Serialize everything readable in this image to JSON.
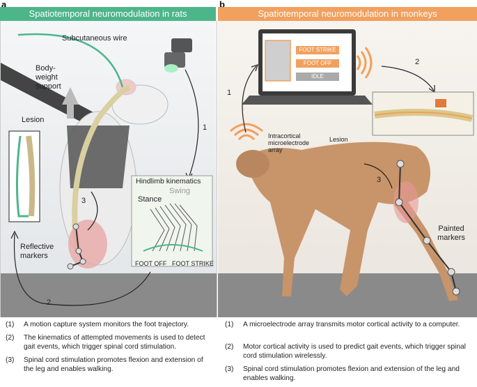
{
  "panel_a": {
    "letter": "a",
    "title": "Spatiotemporal neuromodulation in rats",
    "labels": {
      "wire": "Subcutaneous wire",
      "support": "Body-weight support",
      "lesion": "Lesion",
      "markers": "Reflective markers",
      "kinematics_title": "Hindlimb kinematics",
      "swing": "Swing",
      "stance": "Stance",
      "foot_off": "FOOT OFF",
      "foot_strike": "FOOT STRIKE"
    },
    "steps": {
      "s1": "1",
      "s2": "2",
      "s3": "3"
    },
    "notes": [
      {
        "n": "(1)",
        "text": "A motion capture system monitors the foot trajectory."
      },
      {
        "n": "(2)",
        "text": "The kinematics of attempted movements is used to detect gait events, which trigger spinal cord stimulation."
      },
      {
        "n": "(3)",
        "text": "Spinal cord stimulation promotes flexion and extension of the leg and enables walking."
      }
    ]
  },
  "panel_b": {
    "letter": "b",
    "title": "Spatiotemporal neuromodulation in monkeys",
    "screen": {
      "foot_strike": "FOOT STRIKE",
      "foot_off": "FOOT OFF",
      "idle": "IDLE"
    },
    "labels": {
      "array": "Intracortical microelectrode array",
      "lesion": "Lesion",
      "markers": "Painted markers"
    },
    "steps": {
      "s1": "1",
      "s2": "2",
      "s3": "3"
    },
    "notes": [
      {
        "n": "(1)",
        "text": "A microelectrode array transmits motor cortical activity to a computer."
      },
      {
        "n": "(2)",
        "text": "Motor cortical activity is used to predict gait events, which trigger spinal cord stimulation wirelessly."
      },
      {
        "n": "(3)",
        "text": "Spinal cord stimulation promotes flexion and extension of the leg and enables walking."
      }
    ]
  },
  "colors": {
    "green": "#4db58a",
    "orange": "#f1a05e",
    "floor": "#8a8a8a"
  }
}
